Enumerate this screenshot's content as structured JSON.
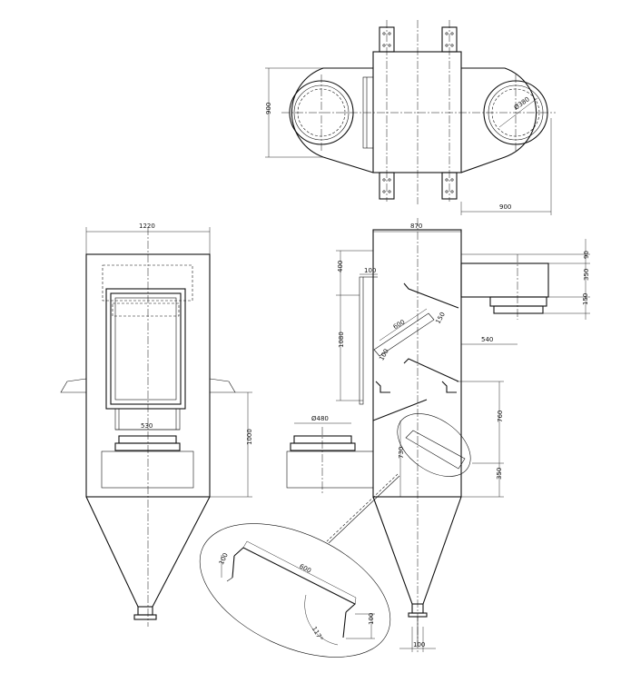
{
  "dimensions": {
    "top_height": "900",
    "top_right_width": "900",
    "top_diameter": "Ø380",
    "left_width": "1220",
    "left_inner": "530",
    "left_height": "1000",
    "right_width": "870",
    "right_400": "400",
    "right_100_top": "100",
    "right_1080": "1080",
    "right_600": "600",
    "right_150_small": "150",
    "right_100_small": "100",
    "right_90": "90",
    "right_350_top": "350",
    "right_150": "150",
    "right_540": "540",
    "right_480": "Ø480",
    "right_760": "760",
    "right_730": "730",
    "right_350_bottom": "350",
    "bottom_100": "100",
    "detail_100_left": "100",
    "detail_600": "600",
    "detail_100_right": "100",
    "detail_angle": "117°"
  }
}
